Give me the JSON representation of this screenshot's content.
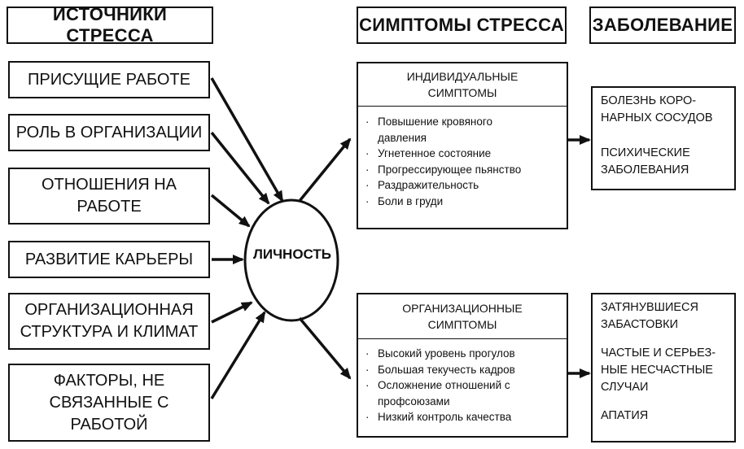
{
  "headers": {
    "sources": "ИСТОЧНИКИ СТРЕССА",
    "symptoms": "СИМПТОМЫ СТРЕССА",
    "disease": "ЗАБОЛЕВАНИЕ"
  },
  "sources": [
    {
      "lines": [
        "ПРИСУЩИЕ РАБОТЕ"
      ]
    },
    {
      "lines": [
        "РОЛЬ В ОРГАНИЗАЦИИ"
      ]
    },
    {
      "lines": [
        "ОТНОШЕНИЯ НА",
        "РАБОТЕ"
      ]
    },
    {
      "lines": [
        "РАЗВИТИЕ КАРЬЕРЫ"
      ]
    },
    {
      "lines": [
        "ОРГАНИЗАЦИОННАЯ",
        "СТРУКТУРА И КЛИМАТ"
      ]
    },
    {
      "lines": [
        "ФАКТОРЫ, НЕ",
        "СВЯЗАННЫЕ С",
        "РАБОТОЙ"
      ]
    }
  ],
  "center": "ЛИЧНОСТЬ",
  "individual": {
    "title_lines": [
      "ИНДИВИДУАЛЬНЫЕ",
      "СИМПТОМЫ"
    ],
    "bullet": "·",
    "items": [
      [
        "Повышение кровяного",
        "давления"
      ],
      [
        "Угнетенное состояние"
      ],
      [
        "Прогрессирующее пьянство"
      ],
      [
        "Раздражительность"
      ],
      [
        "Боли в груди"
      ]
    ]
  },
  "organizational": {
    "title_lines": [
      "ОРГАНИЗАЦИОННЫЕ",
      "СИМПТОМЫ"
    ],
    "bullet": "·",
    "items": [
      [
        "Высокий уровень прогулов"
      ],
      [
        "Большая текучесть кадров"
      ],
      [
        "Осложнение отношений с",
        "профсоюзами"
      ],
      [
        "Низкий контроль качества"
      ]
    ]
  },
  "disease_individual": [
    [
      "БОЛЕЗНЬ КОРО-",
      "НАРНЫХ СОСУДОВ"
    ],
    [
      "ПСИХИЧЕСКИЕ",
      "ЗАБОЛЕВАНИЯ"
    ]
  ],
  "disease_organizational": [
    [
      "ЗАТЯНУВШИЕСЯ",
      "ЗАБАСТОВКИ"
    ],
    [
      "ЧАСТЫЕ И СЕРЬЕЗ-",
      "НЫЕ НЕСЧАСТНЫЕ",
      "СЛУЧАИ"
    ],
    [
      "АПАТИЯ"
    ]
  ]
}
